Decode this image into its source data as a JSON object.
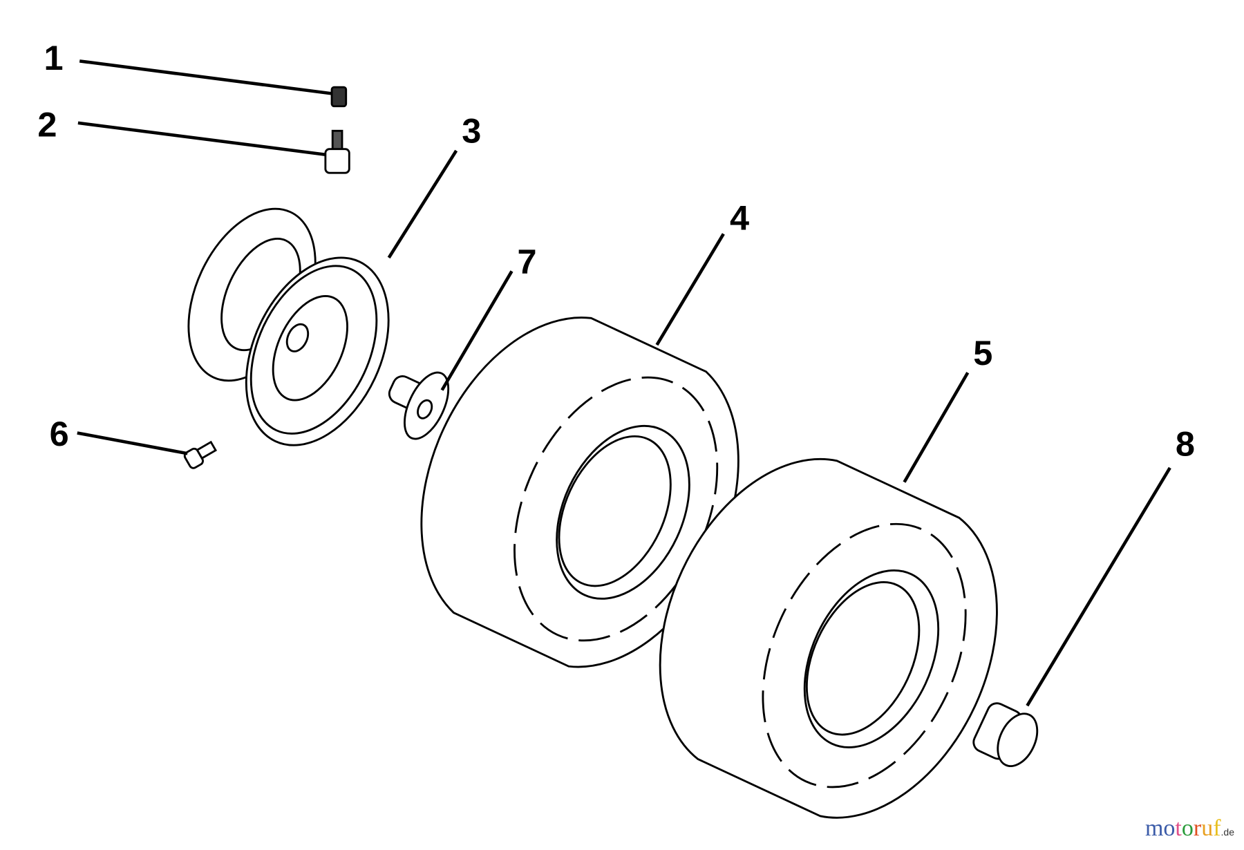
{
  "callouts": [
    "1",
    "2",
    "3",
    "4",
    "5",
    "6",
    "7",
    "8"
  ],
  "watermark": {
    "letters": [
      "m",
      "o",
      "t",
      "o",
      "r",
      "u",
      "f"
    ],
    "letter_colors": [
      "#3b5ba8",
      "#3b5ba8",
      "#e0508a",
      "#2a9a3a",
      "#e05020",
      "#e8a020",
      "#e8c020"
    ],
    "suffix": ".de"
  }
}
